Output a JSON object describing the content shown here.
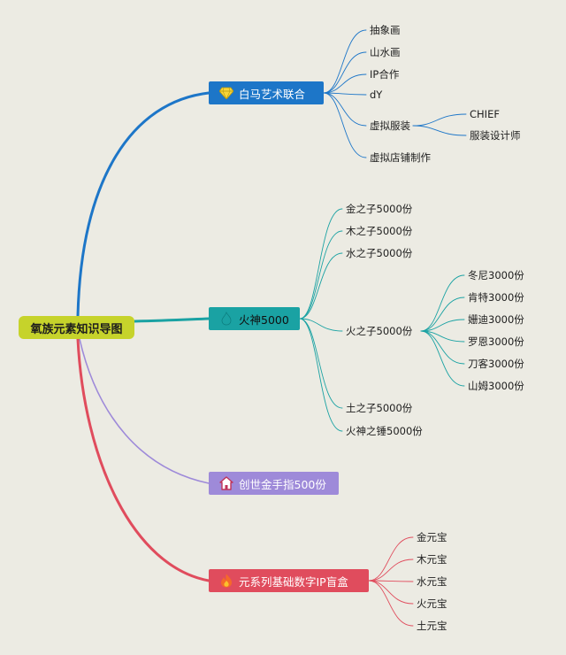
{
  "root": {
    "label": "氧族元素知识导图"
  },
  "topics": [
    {
      "label": "白马艺术联合",
      "icon": "diamond-icon",
      "color": "#1d76c8",
      "children": [
        {
          "label": "抽象画"
        },
        {
          "label": "山水画"
        },
        {
          "label": "IP合作"
        },
        {
          "label": "dY"
        },
        {
          "label": "虚拟服装",
          "children": [
            {
              "label": "CHIEF"
            },
            {
              "label": "服装设计师"
            }
          ]
        },
        {
          "label": "虚拟店铺制作"
        }
      ]
    },
    {
      "label": "火神5000",
      "icon": "flame-icon",
      "color": "#1aa2a3",
      "children": [
        {
          "label": "金之子5000份"
        },
        {
          "label": "木之子5000份"
        },
        {
          "label": "水之子5000份"
        },
        {
          "label": "火之子5000份",
          "children": [
            {
              "label": "冬尼3000份"
            },
            {
              "label": "肯特3000份"
            },
            {
              "label": "姗迪3000份"
            },
            {
              "label": "罗恩3000份"
            },
            {
              "label": "刀客3000份"
            },
            {
              "label": "山姆3000份"
            }
          ]
        },
        {
          "label": "土之子5000份"
        },
        {
          "label": "火神之锤5000份"
        }
      ]
    },
    {
      "label": "创世金手指500份",
      "icon": "house-icon",
      "color": "#9e8ad9",
      "children": []
    },
    {
      "label": "元系列基础数字IP盲盒",
      "icon": "fire-icon",
      "color": "#e04c5d",
      "children": [
        {
          "label": "金元宝"
        },
        {
          "label": "木元宝"
        },
        {
          "label": "水元宝"
        },
        {
          "label": "火元宝"
        },
        {
          "label": "土元宝"
        }
      ]
    }
  ]
}
